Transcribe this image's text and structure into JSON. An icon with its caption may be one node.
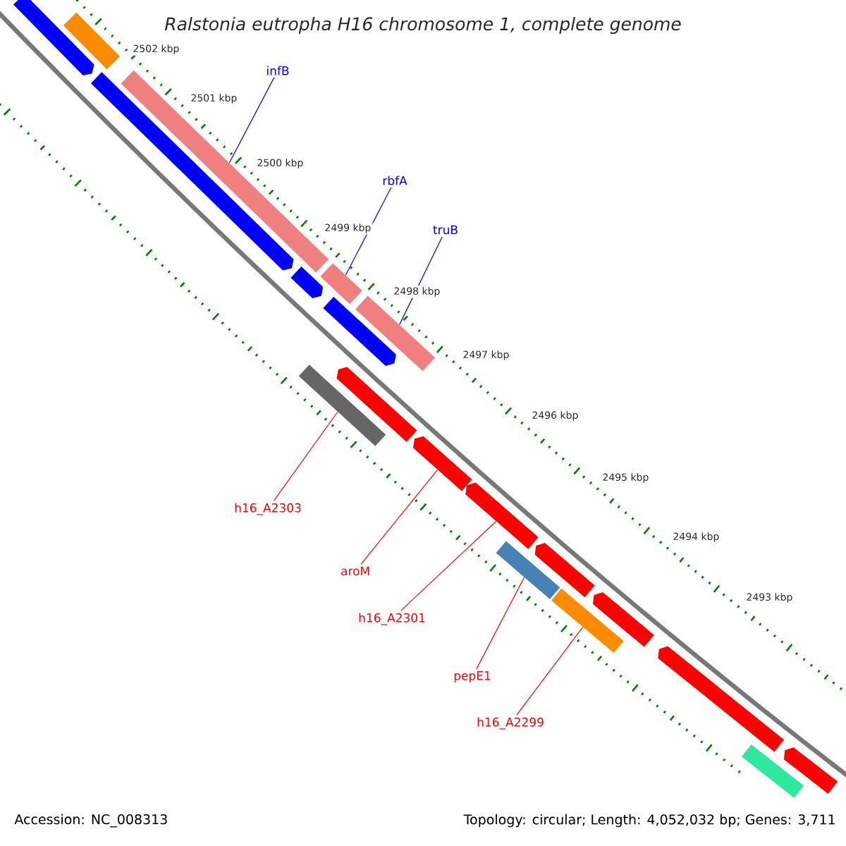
{
  "diagram": {
    "title": "Ralstonia eutropha H16 chromosome 1, complete genome",
    "nodes": [
      {
        "text": [
          "infB"
        ]
      },
      {
        "text": [
          "rbfA"
        ]
      },
      {
        "text": [
          "truB"
        ]
      },
      {
        "text": [
          "h16_A2303"
        ]
      },
      {
        "text": [
          "aroM"
        ]
      },
      {
        "text": [
          "h16_A2301"
        ]
      },
      {
        "text": [
          "pepE1"
        ]
      },
      {
        "text": [
          "h16_A2299"
        ]
      },
      {
        "text": [],
        "shape": "bar"
      },
      {
        "text": [],
        "shape": "bar"
      },
      {
        "text": [],
        "shape": "bar"
      },
      {
        "text": [],
        "shape": "bar"
      },
      {
        "text": [],
        "shape": "bar"
      },
      {
        "text": [],
        "shape": "bar"
      },
      {
        "text": [],
        "shape": "bar"
      },
      {
        "text": [],
        "shape": "bar"
      },
      {
        "text": [],
        "shape": "bar"
      },
      {
        "text": [],
        "shape": "bar"
      },
      {
        "text": [],
        "shape": "bar"
      },
      {
        "text": [],
        "shape": "bar"
      },
      {
        "text": [],
        "shape": "bar"
      },
      {
        "text": [],
        "shape": "bar"
      },
      {
        "text": [],
        "shape": "bar"
      },
      {
        "text": [],
        "shape": "bar"
      },
      {
        "text": [],
        "shape": "bar"
      },
      {
        "text": [],
        "shape": "bar"
      },
      {
        "text": [],
        "shape": "bar"
      }
    ],
    "edges": [
      {
        "from": 0,
        "to": 8,
        "arrow": "none",
        "color": "#0000ff"
      },
      {
        "from": 1,
        "to": 9,
        "arrow": "none",
        "color": "#0000ff"
      },
      {
        "from": 2,
        "to": 10,
        "arrow": "none",
        "color": "#0000ff"
      },
      {
        "from": 3,
        "to": 11,
        "arrow": "none"
      },
      {
        "from": 4,
        "to": 12,
        "arrow": "none"
      },
      {
        "from": 5,
        "to": 13,
        "arrow": "none"
      },
      {
        "from": 6,
        "to": 14,
        "arrow": "none"
      },
      {
        "from": 7,
        "to": 15,
        "arrow": "none"
      }
    ],
    "labels": [
      "2502 kbp",
      "2501 kbp",
      "2500 kbp",
      "2499 kbp",
      "2498 kbp",
      "2497 kbp",
      "2496 kbp",
      "2495 kbp",
      "2494 kbp",
      "2493 kbp",
      "Accession: NC_008313",
      "Topology: circular; Length: 4,052,032 bp; Genes: 3,711"
    ]
  }
}
